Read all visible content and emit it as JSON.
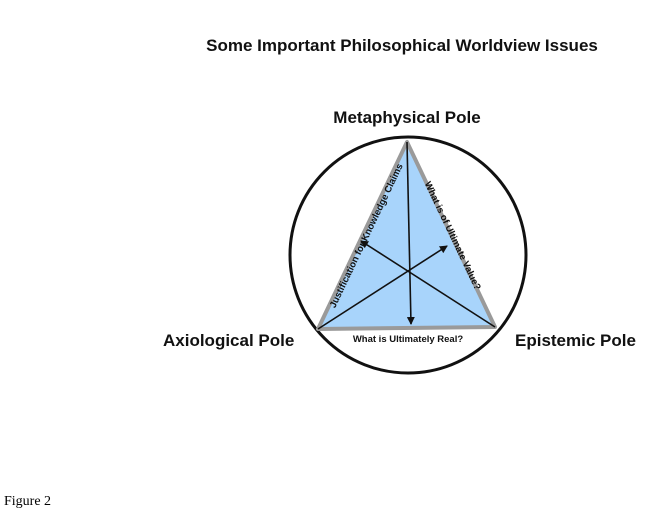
{
  "title": "Some Important Philosophical Worldview Issues",
  "poles": {
    "top": "Metaphysical Pole",
    "left": "Axiological Pole",
    "right": "Epistemic Pole"
  },
  "sides": {
    "left": "Justification for Knowledge Claims",
    "right": "What is of Ultimate Value?",
    "bottom": "What is Ultimately Real?"
  },
  "caption": "Figure 2",
  "colors": {
    "triangle_fill": "#a8d4fb",
    "triangle_stroke": "#9a9a9a",
    "lines": "#111111"
  }
}
